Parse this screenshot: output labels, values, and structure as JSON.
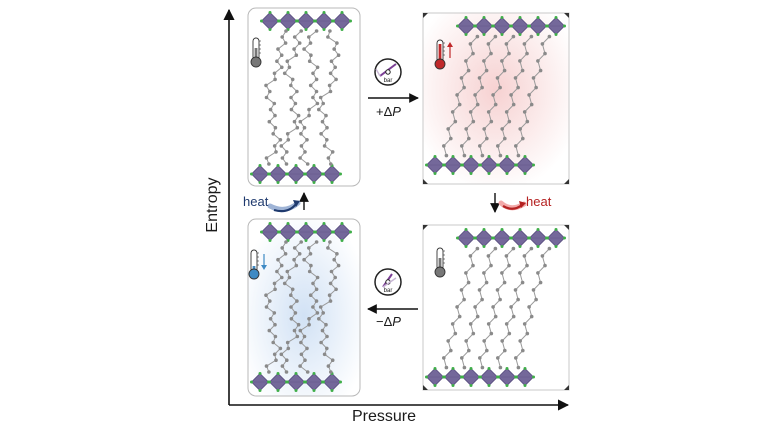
{
  "axes": {
    "y_label": "Entropy",
    "x_label": "Pressure"
  },
  "arrows": {
    "heat_in": "heat",
    "heat_out": "heat",
    "pressure_increase": {
      "sign": "+Δ",
      "var": "P"
    },
    "pressure_decrease": {
      "sign": "−Δ",
      "var": "P"
    },
    "gauge_unit": "bar"
  },
  "colors": {
    "octahedra": "#74689a",
    "octahedra_dark": "#564b7e",
    "halide": "#3fae49",
    "chain": "#8a8a8a",
    "heat_in": "#1f3a6e",
    "heat_out": "#b52222",
    "hot_glow": "#f6cfcf",
    "cold_glow": "#cfe0f4",
    "gauge_arrow": "#7b3f95"
  },
  "panels": [
    {
      "id": "top-left",
      "state": "disordered",
      "thermometer": "neutral"
    },
    {
      "id": "top-right",
      "state": "ordered-tilted",
      "thermometer": "hot"
    },
    {
      "id": "bottom-right",
      "state": "ordered-tilted",
      "thermometer": "neutral"
    },
    {
      "id": "bottom-left",
      "state": "disordered",
      "thermometer": "cold"
    }
  ]
}
